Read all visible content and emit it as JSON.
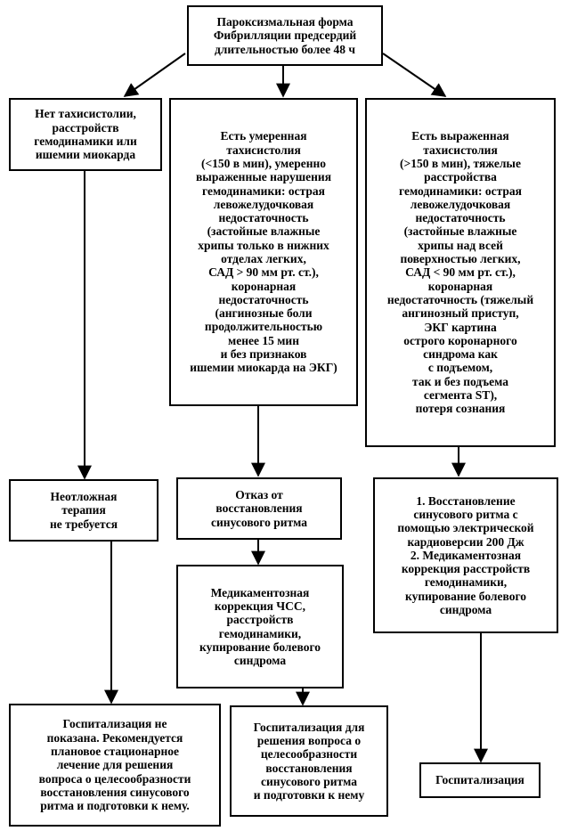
{
  "nodes": {
    "root": "Пароксизмальная форма\nФибрилляции предсердий\nдлительностью более 48 ч",
    "col1_cond": "Нет тахисистолии,\nрасстройств\nгемодинамики или\nишемии миокарда",
    "col2_cond": "Есть умеренная\nтахисистолия\n(<150 в мин), умеренно\nвыраженные нарушения\nгемодинамики: острая\nлевожелудочковая\nнедостаточность\n(застойные влажные\nхрипы только в нижних\nотделах легких,\nСАД > 90 мм рт. ст.),\nкоронарная\nнедостаточность\n(ангинозные боли\nпродолжительностью\nменее 15 мин\nи без признаков\nишемии миокарда на ЭКГ)",
    "col3_cond": "Есть выраженная\nтахисистолия\n(>150 в мин), тяжелые\nрасстройства\nгемодинамики: острая\nлевожелудочковая\nнедостаточность\n(застойные влажные\nхрипы над всей\nповерхностью легких,\nСАД < 90 мм рт. ст.),\nкоронарная\nнедостаточность (тяжелый\nангинозный приступ,\nЭКГ картина\nострого коронарного\nсиндрома как\nс подъемом,\nтак и без подъема\nсегмента ST),\nпотеря сознания",
    "col1_action": "Неотложная\nтерапия\nне требуется",
    "col2_action": "Отказ от\nвосстановления\nсинусового ритма",
    "col2_med": "Медикаментозная\nкоррекция ЧСС,\nрасстройств\nгемодинамики,\nкупирование болевого\nсиндрома",
    "col3_action": "1. Восстановление\nсинусового ритма с\nпомощью электрической\nкардиоверсии 200 Дж\n2. Медикаментозная\nкоррекция расстройств\nгемодинамики,\nкупирование болевого\nсиндрома",
    "col1_final": "Госпитализация не\nпоказана. Рекомендуется\nплановое стационарное\nлечение для решения\nвопроса о целесообразности\nвосстановления синусового\nритма и подготовки к нему.",
    "col2_final": "Госпитализация для\nрешения вопроса о\nцелесообразности\nвосстановления\nсинусового ритма\nи подготовки к нему",
    "col3_final": "Госпитализация"
  }
}
